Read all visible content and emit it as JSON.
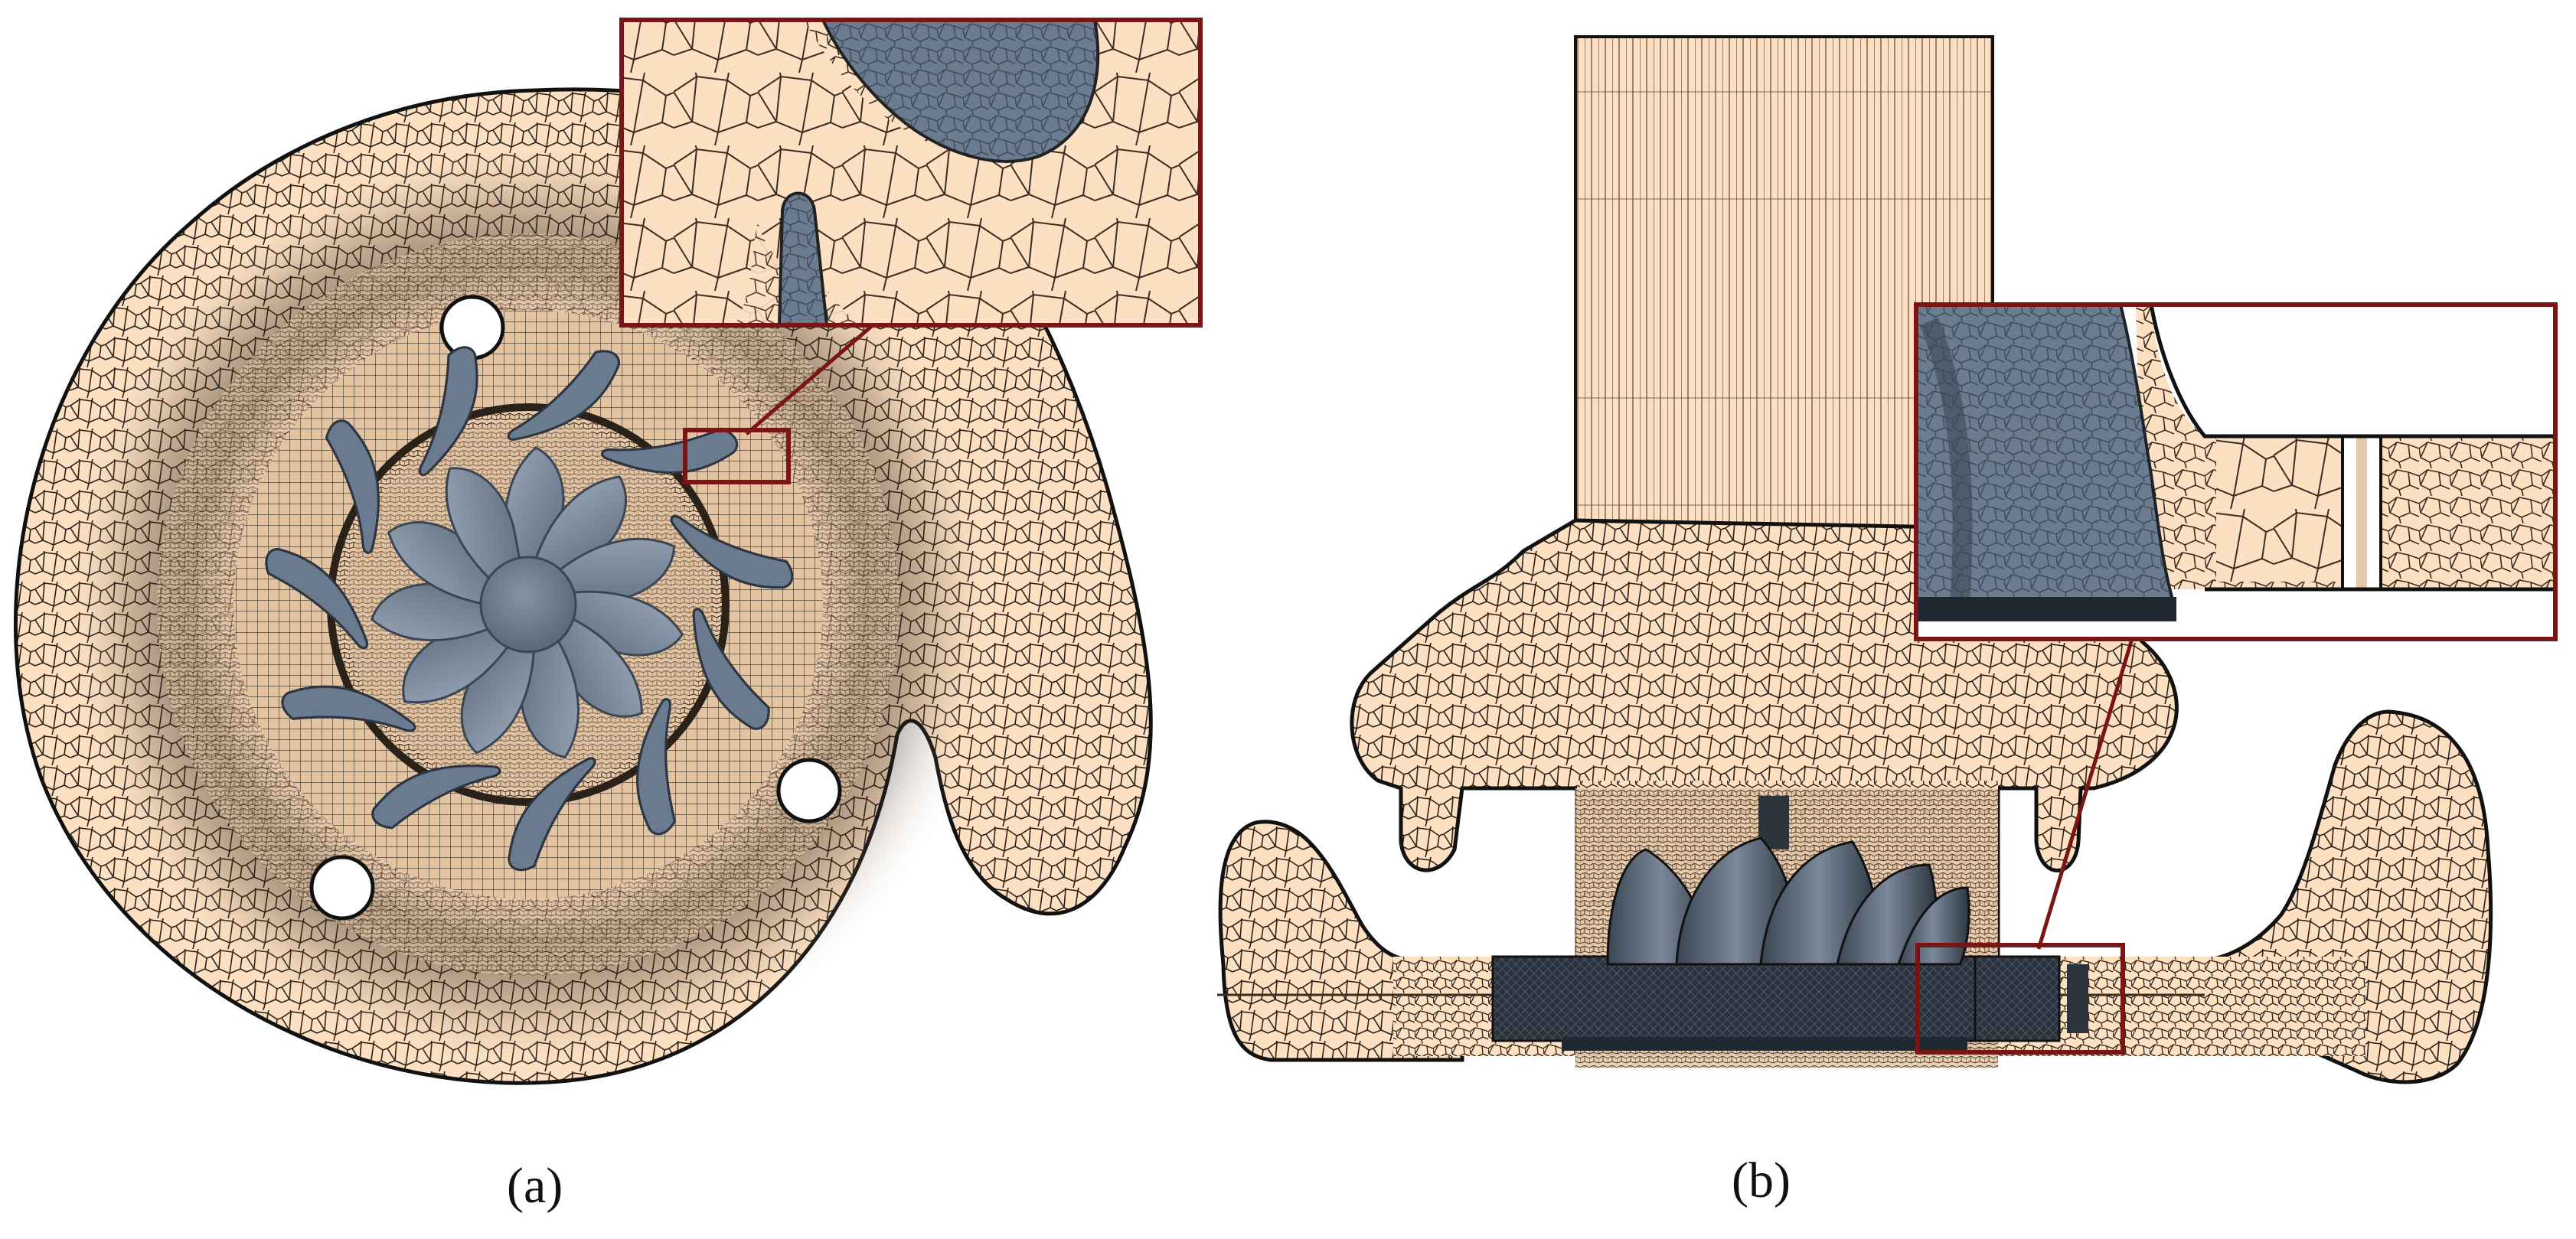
{
  "panels": [
    {
      "id": "a",
      "label": "(a)"
    },
    {
      "id": "b",
      "label": "(b)"
    }
  ],
  "colors": {
    "mesh_fill": "#fde0c2",
    "mesh_line": "#2a2118",
    "dense_mesh": "#3a2d22",
    "solid_part": "#6b7b8f",
    "solid_dark": "#1f2730",
    "inset_border": "#7b1414",
    "outline": "#111111"
  },
  "icons": {
    "impeller": "turbine-impeller-icon",
    "vane": "nozzle-vane-icon",
    "hole": "mounting-hole-icon"
  }
}
